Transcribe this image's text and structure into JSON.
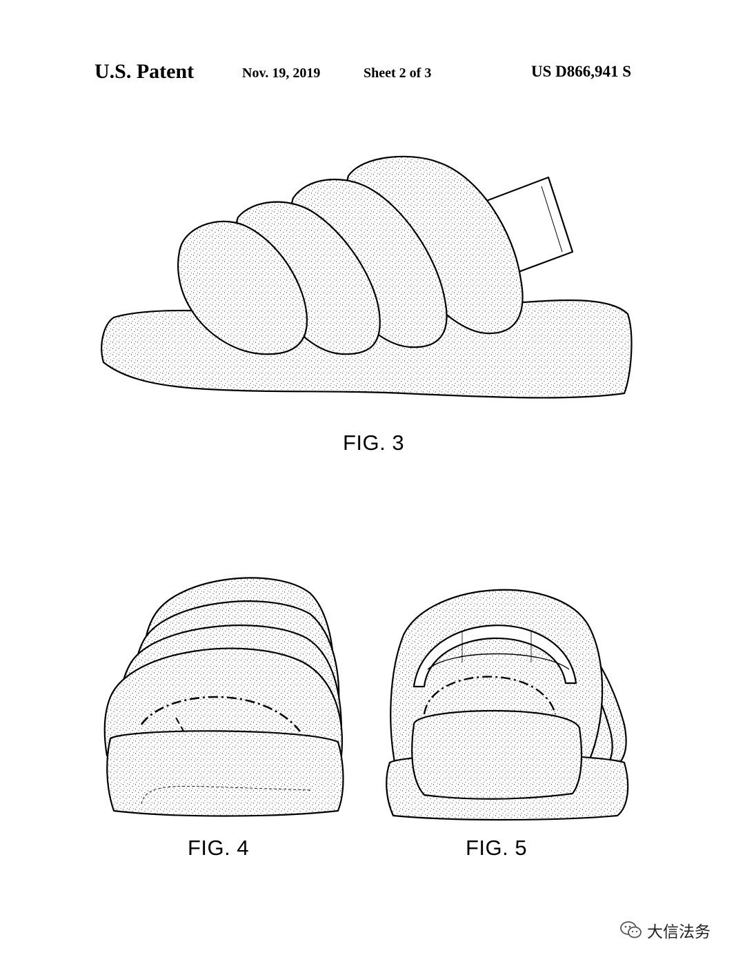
{
  "header": {
    "title": "U.S. Patent",
    "date": "Nov. 19, 2019",
    "sheet": "Sheet 2 of 3",
    "patent_number": "US D866,941 S"
  },
  "figures": [
    {
      "label": "FIG. 3"
    },
    {
      "label": "FIG. 4"
    },
    {
      "label": "FIG. 5"
    }
  ],
  "watermark": {
    "icon": "wechat-icon",
    "text": "大信法务"
  }
}
